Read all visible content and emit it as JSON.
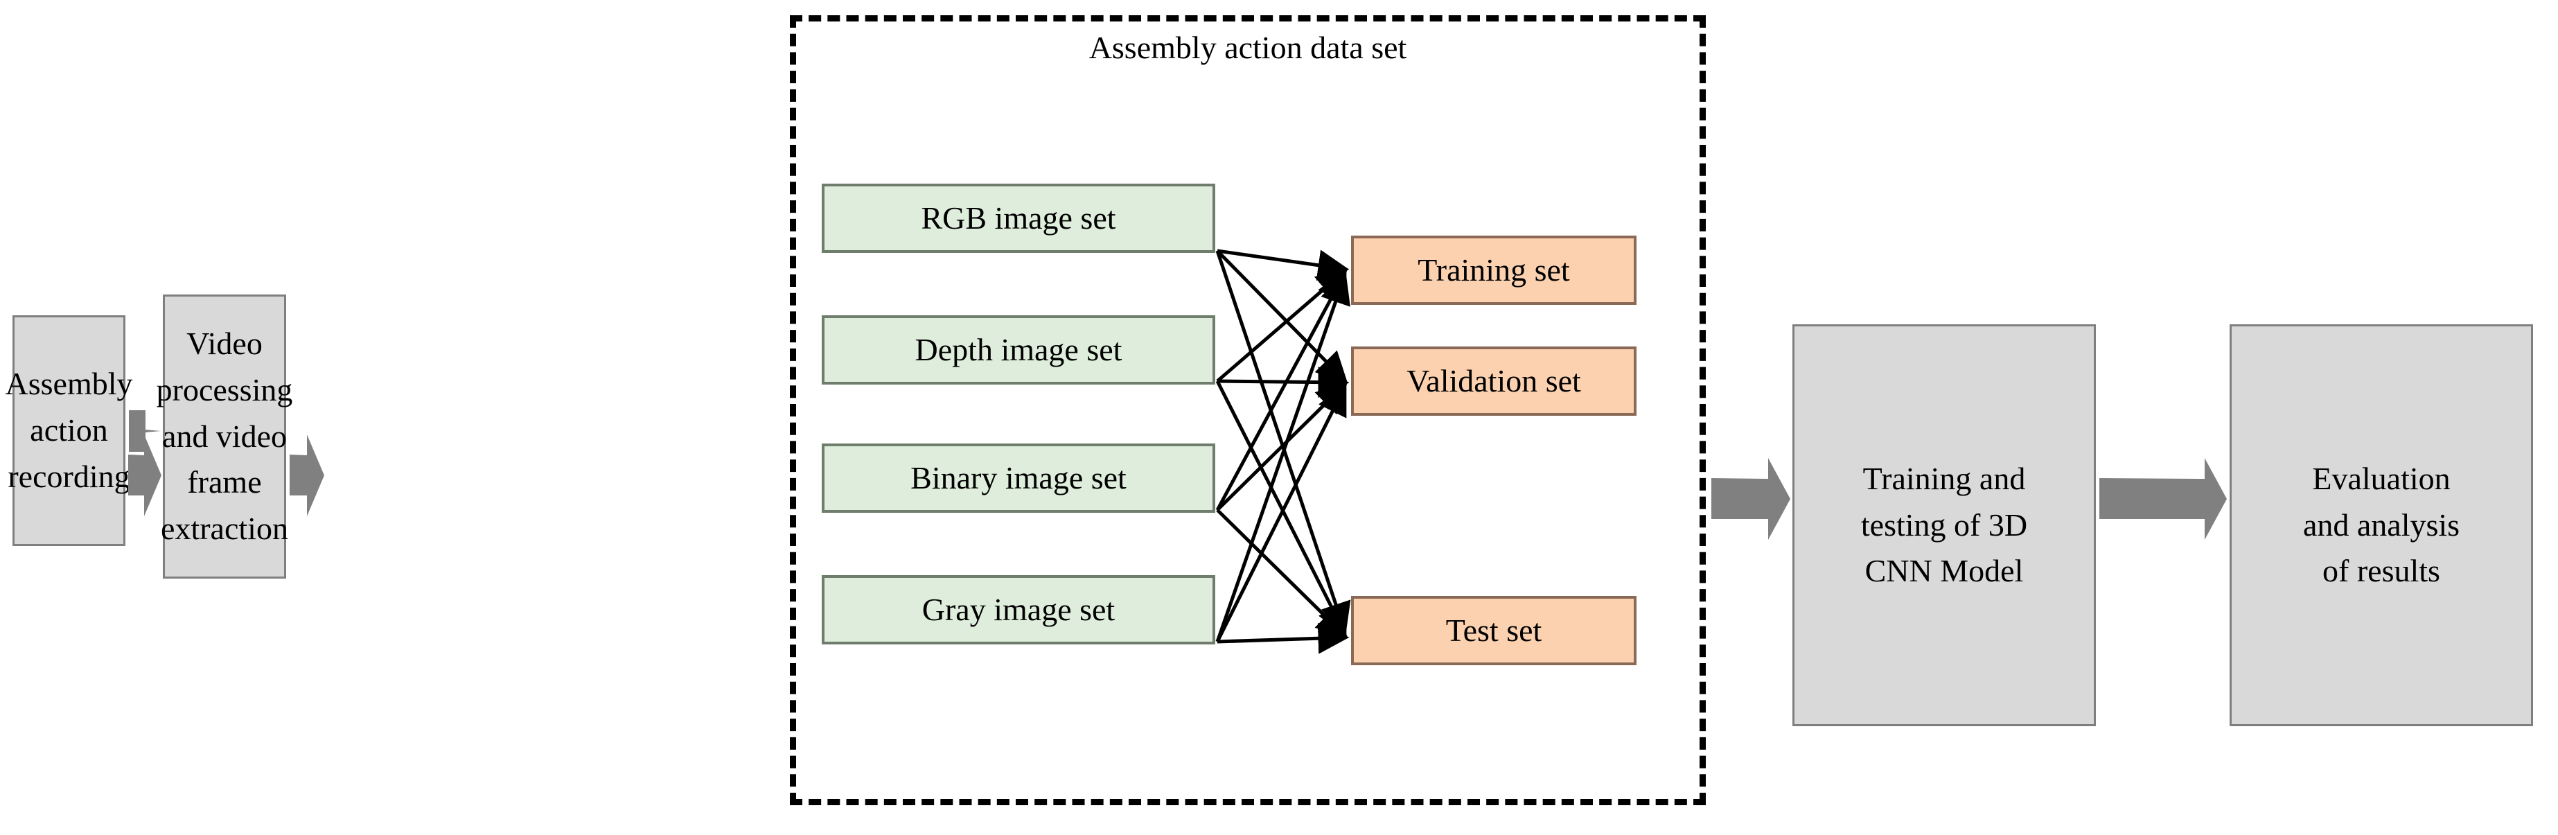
{
  "diagram": {
    "title_visible": false,
    "colors": {
      "stage_fill": "#d9d9d9",
      "stage_border": "#7f7f7f",
      "dataset_fill": "#dfeedc",
      "dataset_border": "#6f7e6c",
      "split_fill": "#fbd1b0",
      "split_border": "#8a6a56",
      "block_arrow": "#808080",
      "link_arrow": "#000000",
      "group_border": "#000000"
    },
    "group": {
      "label": "Assembly action data set",
      "border_style": "dashed"
    },
    "stages": [
      {
        "id": "stage-assembly-action-recording",
        "label": "Assembly\naction\nrecording"
      },
      {
        "id": "stage-video-processing",
        "label": "Video\nprocessing\nand video\nframe\nextraction"
      },
      {
        "id": "stage-training-testing-3d-cnn",
        "label": "Training and\ntesting of 3D\nCNN Model"
      },
      {
        "id": "stage-evaluation-analysis",
        "label": "Evaluation\nand analysis\nof results"
      }
    ],
    "image_sets": [
      {
        "id": "image-set-rgb",
        "label": "RGB image set"
      },
      {
        "id": "image-set-depth",
        "label": "Depth image set"
      },
      {
        "id": "image-set-binary",
        "label": "Binary image set"
      },
      {
        "id": "image-set-gray",
        "label": "Gray image set"
      }
    ],
    "data_splits": [
      {
        "id": "data-split-training",
        "label": "Training set"
      },
      {
        "id": "data-split-validation",
        "label": "Validation set"
      },
      {
        "id": "data-split-test",
        "label": "Test set"
      }
    ],
    "flow_arrows": [
      {
        "id": "flow-arrow-1",
        "from": "stage-assembly-action-recording",
        "to": "stage-video-processing"
      },
      {
        "id": "flow-arrow-2",
        "from": "stage-video-processing",
        "to": "assembly-action-data-set"
      },
      {
        "id": "flow-arrow-3",
        "from": "assembly-action-data-set",
        "to": "stage-training-testing-3d-cnn"
      },
      {
        "id": "flow-arrow-4",
        "from": "stage-training-testing-3d-cnn",
        "to": "stage-evaluation-analysis"
      }
    ],
    "link_pattern": "fully-connected",
    "link_count": 12
  }
}
